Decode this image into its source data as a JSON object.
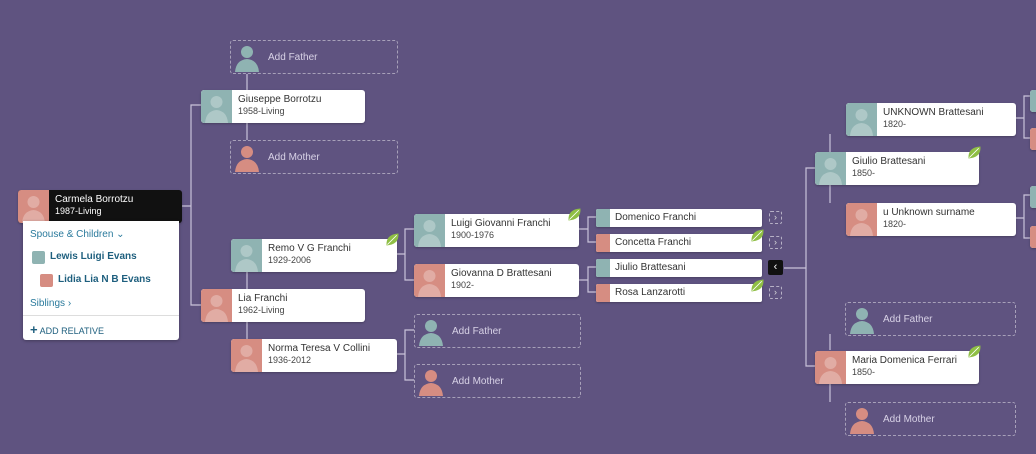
{
  "colors": {
    "background": "#5f5380",
    "male": "#8fb3b2",
    "female": "#d68d82",
    "link": "#2a7a9c",
    "leaf": "#8fbf45"
  },
  "focus_person": {
    "name": "Carmela Borrotzu",
    "dates": "1987-Living",
    "gender": "female"
  },
  "panel": {
    "spouse_children_label": "Spouse & Children",
    "relatives": [
      {
        "name": "Lewis Luigi Evans",
        "gender": "male"
      },
      {
        "name": "Lidia Lia N B Evans",
        "gender": "female"
      }
    ],
    "siblings_label": "Siblings",
    "add_relative_label": "ADD RELATIVE"
  },
  "add_labels": {
    "father": "Add Father",
    "mother": "Add Mother"
  },
  "people": {
    "giuseppe": {
      "name": "Giuseppe Borrotzu",
      "dates": "1958-Living",
      "gender": "male"
    },
    "lia": {
      "name": "Lia Franchi",
      "dates": "1962-Living",
      "gender": "female"
    },
    "remo": {
      "name": "Remo V G Franchi",
      "dates": "1929-2006",
      "gender": "male",
      "hint": true
    },
    "norma": {
      "name": "Norma Teresa V Collini",
      "dates": "1936-2012",
      "gender": "female"
    },
    "luigi": {
      "name": "Luigi Giovanni Franchi",
      "dates": "1900-1976",
      "gender": "male",
      "hint": true
    },
    "giovanna": {
      "name": "Giovanna D Brattesani",
      "dates": "1902-",
      "gender": "female"
    },
    "domenico": {
      "name": "Domenico Franchi",
      "gender": "male"
    },
    "concetta": {
      "name": "Concetta Franchi",
      "gender": "female",
      "hint": true
    },
    "jiulio": {
      "name": "Jiulio Brattesani",
      "gender": "male"
    },
    "rosa": {
      "name": "Rosa Lanzarotti",
      "gender": "female",
      "hint": true
    },
    "giulio": {
      "name": "Giulio Brattesani",
      "dates": "1850-",
      "gender": "male",
      "hint": true
    },
    "unknownb": {
      "name": "UNKNOWN Brattesani",
      "dates": "1820-",
      "gender": "male"
    },
    "unknowns": {
      "name": "u Unknown surname",
      "dates": "1820-",
      "gender": "female"
    },
    "maria": {
      "name": "Maria Domenica Ferrari",
      "dates": "1850-",
      "gender": "female",
      "hint": true
    }
  },
  "icons": {
    "leaf": "leaf-hint-icon",
    "person": "person-silhouette-icon",
    "chevron_down": "chevron-down-icon",
    "chevron_right": "chevron-right-icon",
    "chevron_left": "chevron-left-icon",
    "plus": "plus-icon"
  }
}
